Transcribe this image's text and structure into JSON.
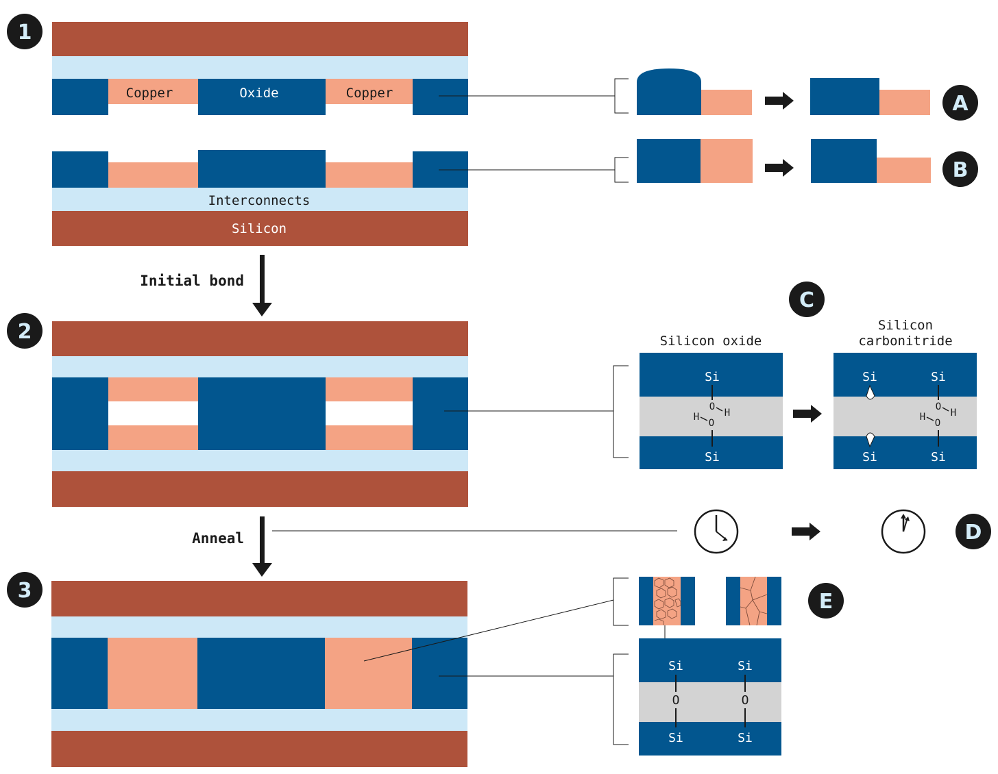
{
  "colors": {
    "silicon": "#AE523B",
    "interconnect": "#CDE8F7",
    "oxide": "#02568F",
    "copper": "#F4A384",
    "gap": "#D3D3D3",
    "ink": "#1A1A1A",
    "badge_text": "#D3ECF8"
  },
  "steps": [
    "1",
    "2",
    "3"
  ],
  "insets": [
    "A",
    "B",
    "C",
    "D",
    "E"
  ],
  "stack_labels": {
    "copper_left": "Copper",
    "oxide": "Oxide",
    "copper_right": "Copper",
    "interconnects": "Interconnects",
    "silicon": "Silicon"
  },
  "arrows": {
    "initial_bond": "Initial bond",
    "anneal": "Anneal"
  },
  "inset_c": {
    "left_title": "Silicon oxide",
    "right_title_line1": "Silicon",
    "right_title_line2": "carbonitride",
    "si": "Si",
    "o": "O",
    "h": "H"
  },
  "inset_e": {
    "si": "Si",
    "o": "O"
  }
}
